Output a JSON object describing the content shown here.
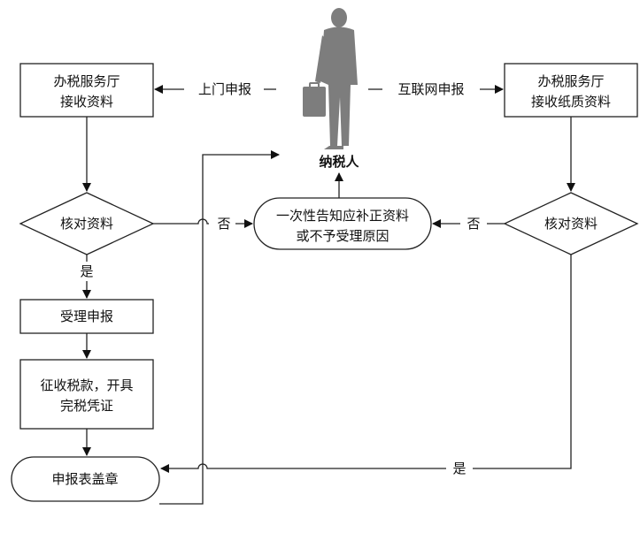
{
  "taxpayer": {
    "label": "纳税人"
  },
  "edges": {
    "onsite": "上门申报",
    "internet": "互联网申报",
    "no_left": "否",
    "no_right": "否",
    "yes_left": "是",
    "yes_bottom": "是"
  },
  "nodes": {
    "hall_left": [
      "办税服务厅",
      "接收资料"
    ],
    "hall_right": [
      "办税服务厅",
      "接收纸质资料"
    ],
    "check_left": "核对资料",
    "check_right": "核对资料",
    "notice": [
      "一次性告知应补正资料",
      "或不予受理原因"
    ],
    "accept": "受理申报",
    "collect": [
      "征收税款，开具",
      "完税凭证"
    ],
    "stamp": "申报表盖章"
  }
}
